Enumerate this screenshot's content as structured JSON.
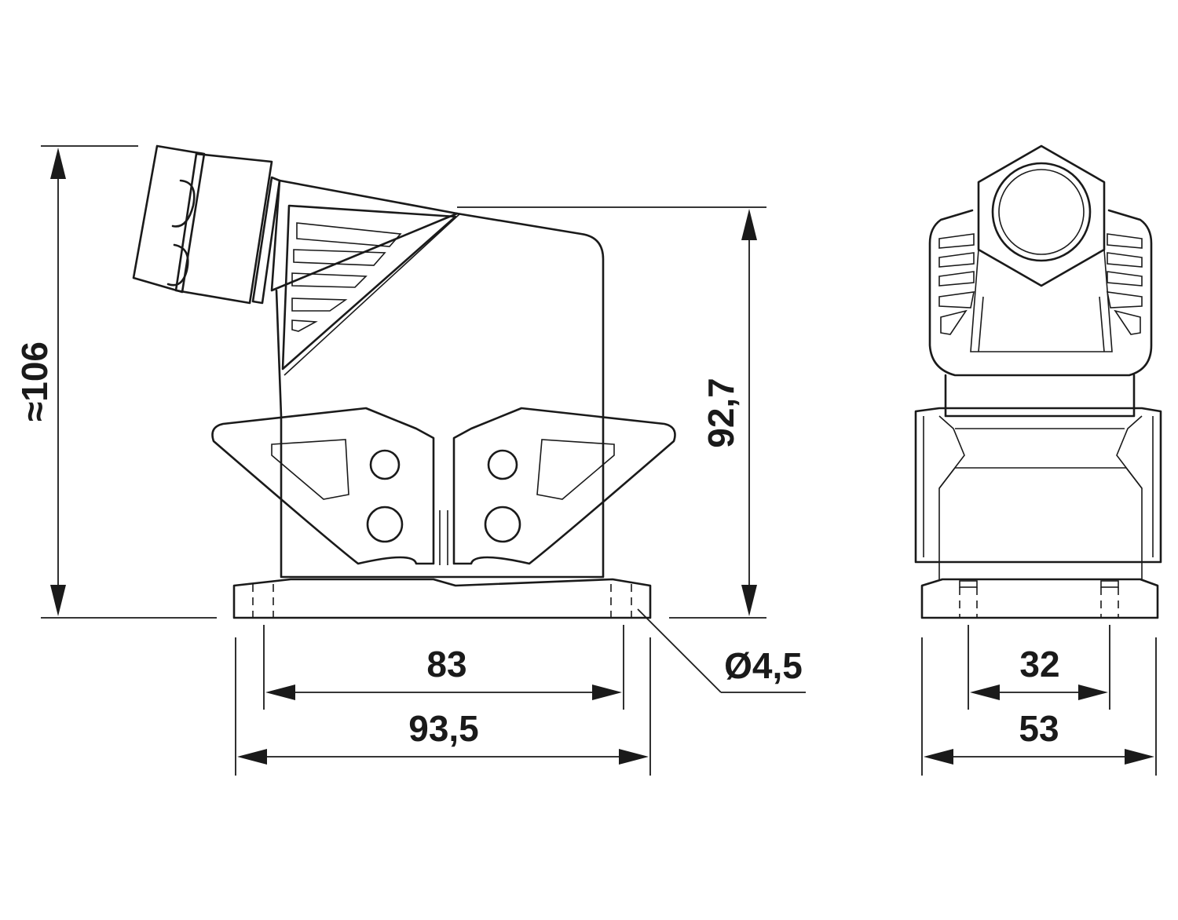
{
  "dimensions": {
    "overall_height": "≈106",
    "housing_height": "92,7",
    "hole_spacing": "83",
    "flange_width": "93,5",
    "hole_diameter": "Ø4,5",
    "side_hole_spacing": "32",
    "side_width": "53"
  },
  "colors": {
    "line": "#1a1a1a",
    "background": "#ffffff"
  }
}
